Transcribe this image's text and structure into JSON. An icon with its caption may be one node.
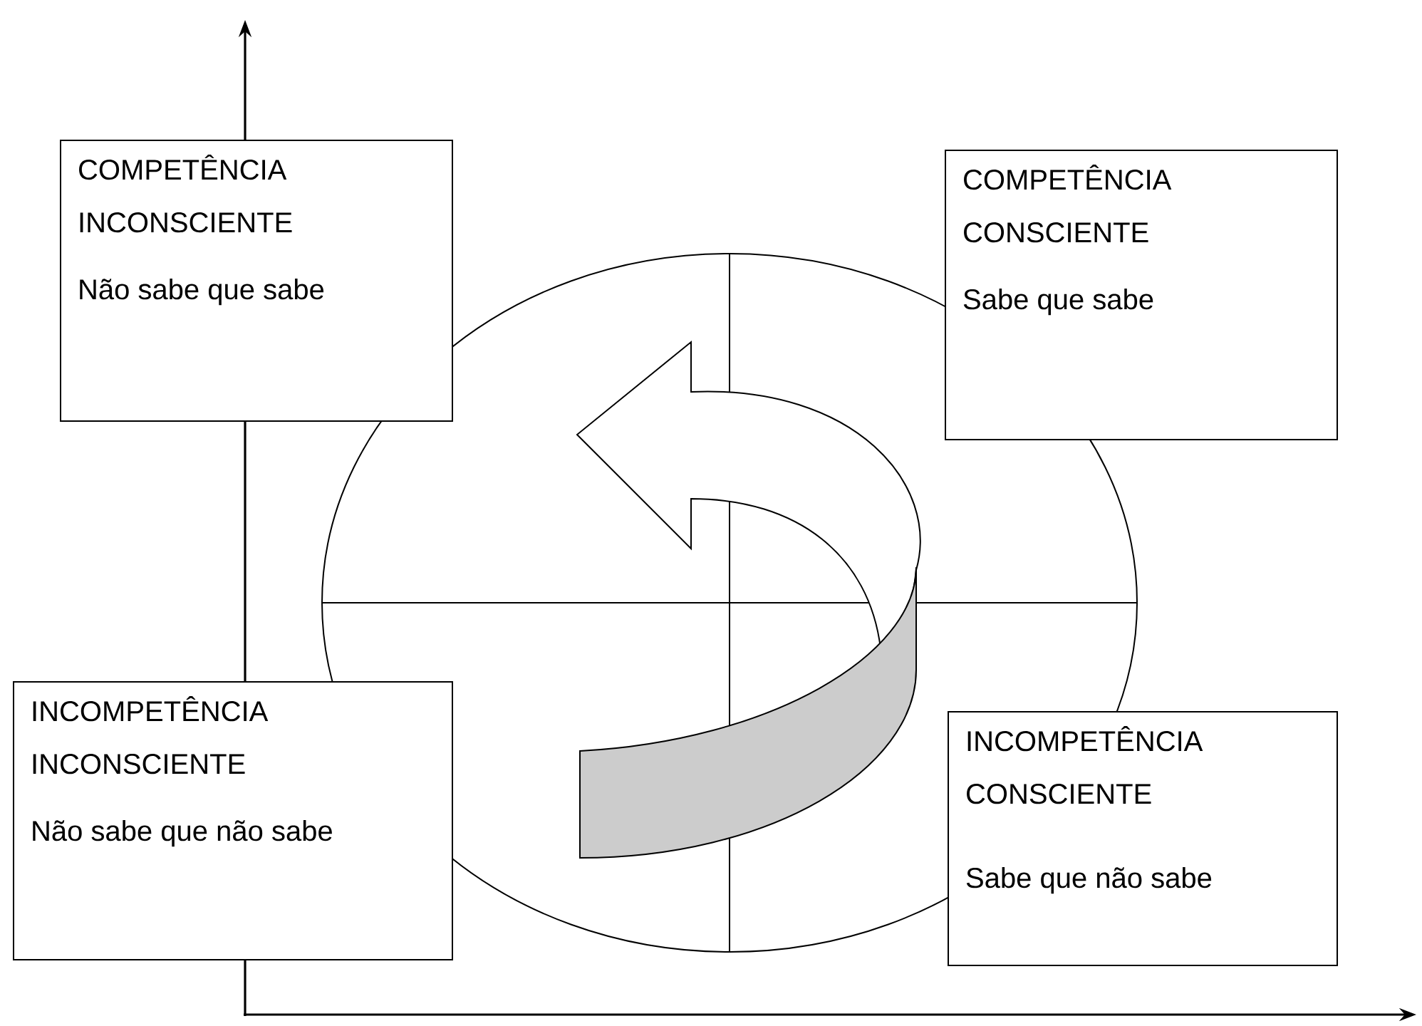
{
  "diagram": {
    "nodes": [
      {
        "text": [
          "COMPETÊNCIA INCONSCIENTE",
          "Não sabe que sabe"
        ]
      },
      {
        "text": [
          "COMPETÊNCIA CONSCIENTE",
          "Sabe que sabe"
        ]
      },
      {
        "text": [
          "INCOMPETÊNCIA INCONSCIENTE",
          "Não sabe que não sabe"
        ]
      },
      {
        "text": [
          "INCOMPETÊNCIA CONSCIENTE",
          "Sabe que não sabe"
        ]
      }
    ]
  }
}
